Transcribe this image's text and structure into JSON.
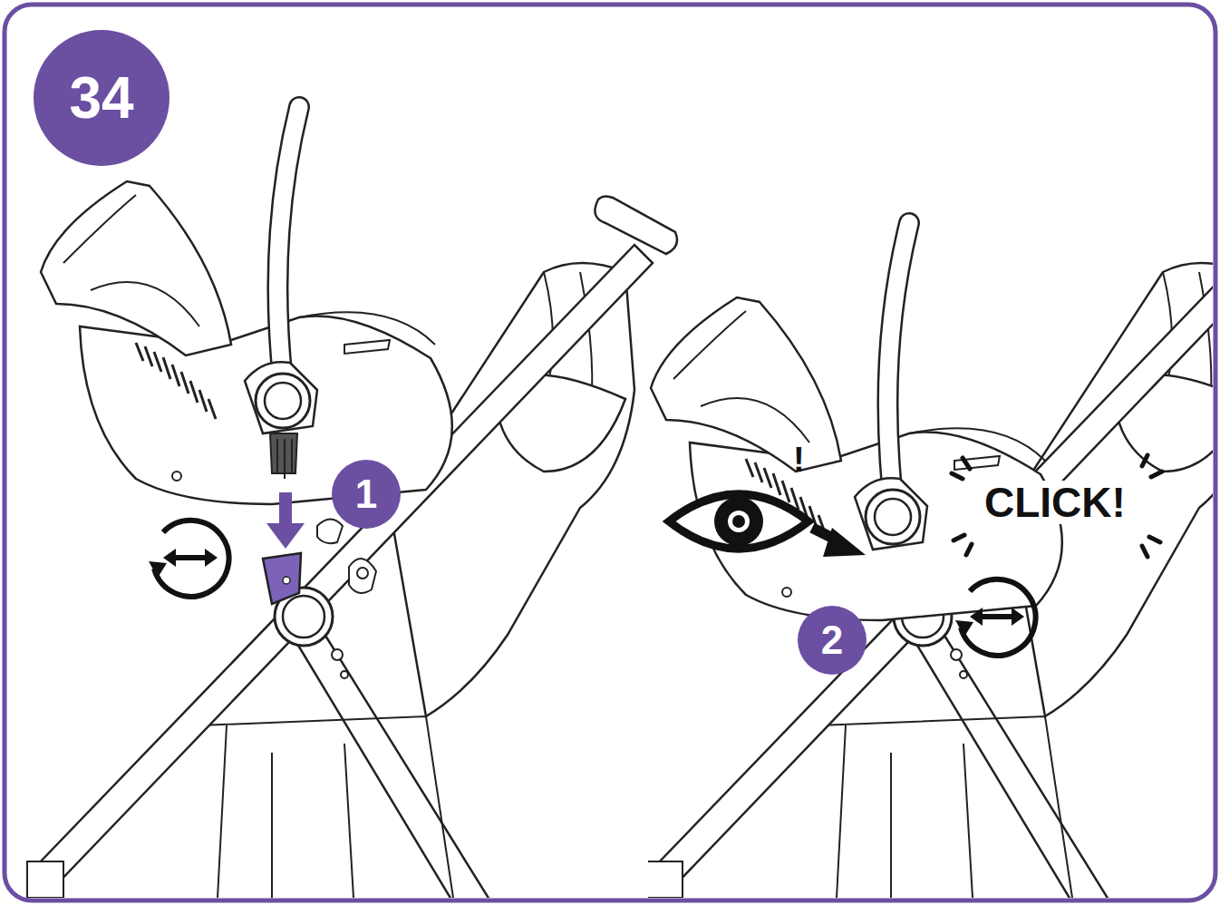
{
  "diagram": {
    "nodes": [
      {
        "text": [
          "34"
        ]
      },
      {
        "text": [
          "1"
        ]
      },
      {
        "text": [
          "2"
        ]
      }
    ],
    "labels": [
      "CLICK!",
      "!"
    ]
  }
}
